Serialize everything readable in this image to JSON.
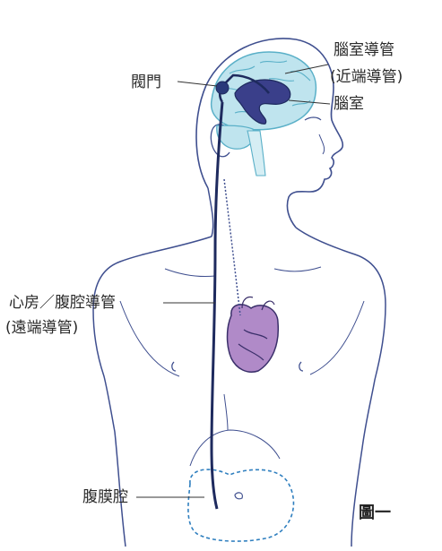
{
  "labels": {
    "valve": "閥門",
    "ventricular_catheter": "腦室導管",
    "proximal_catheter": "(近端導管)",
    "ventricle": "腦室",
    "atrial_peritoneal_catheter": "心房／腹腔導管",
    "distal_catheter": "(遠端導管)",
    "peritoneal_cavity": "腹膜腔",
    "figure_label": "圖一"
  },
  "colors": {
    "body_outline": "#3f4f8f",
    "brain_fill": "#bfe4ee",
    "brain_lines": "#5ab0c8",
    "ventricle_fill": "#3a3f8a",
    "catheter": "#1e2a5e",
    "heart_fill": "#b08ac8",
    "heart_outline": "#3a2f6a",
    "peritoneum_dash": "#2f7fbf",
    "leader_line": "#333333"
  }
}
